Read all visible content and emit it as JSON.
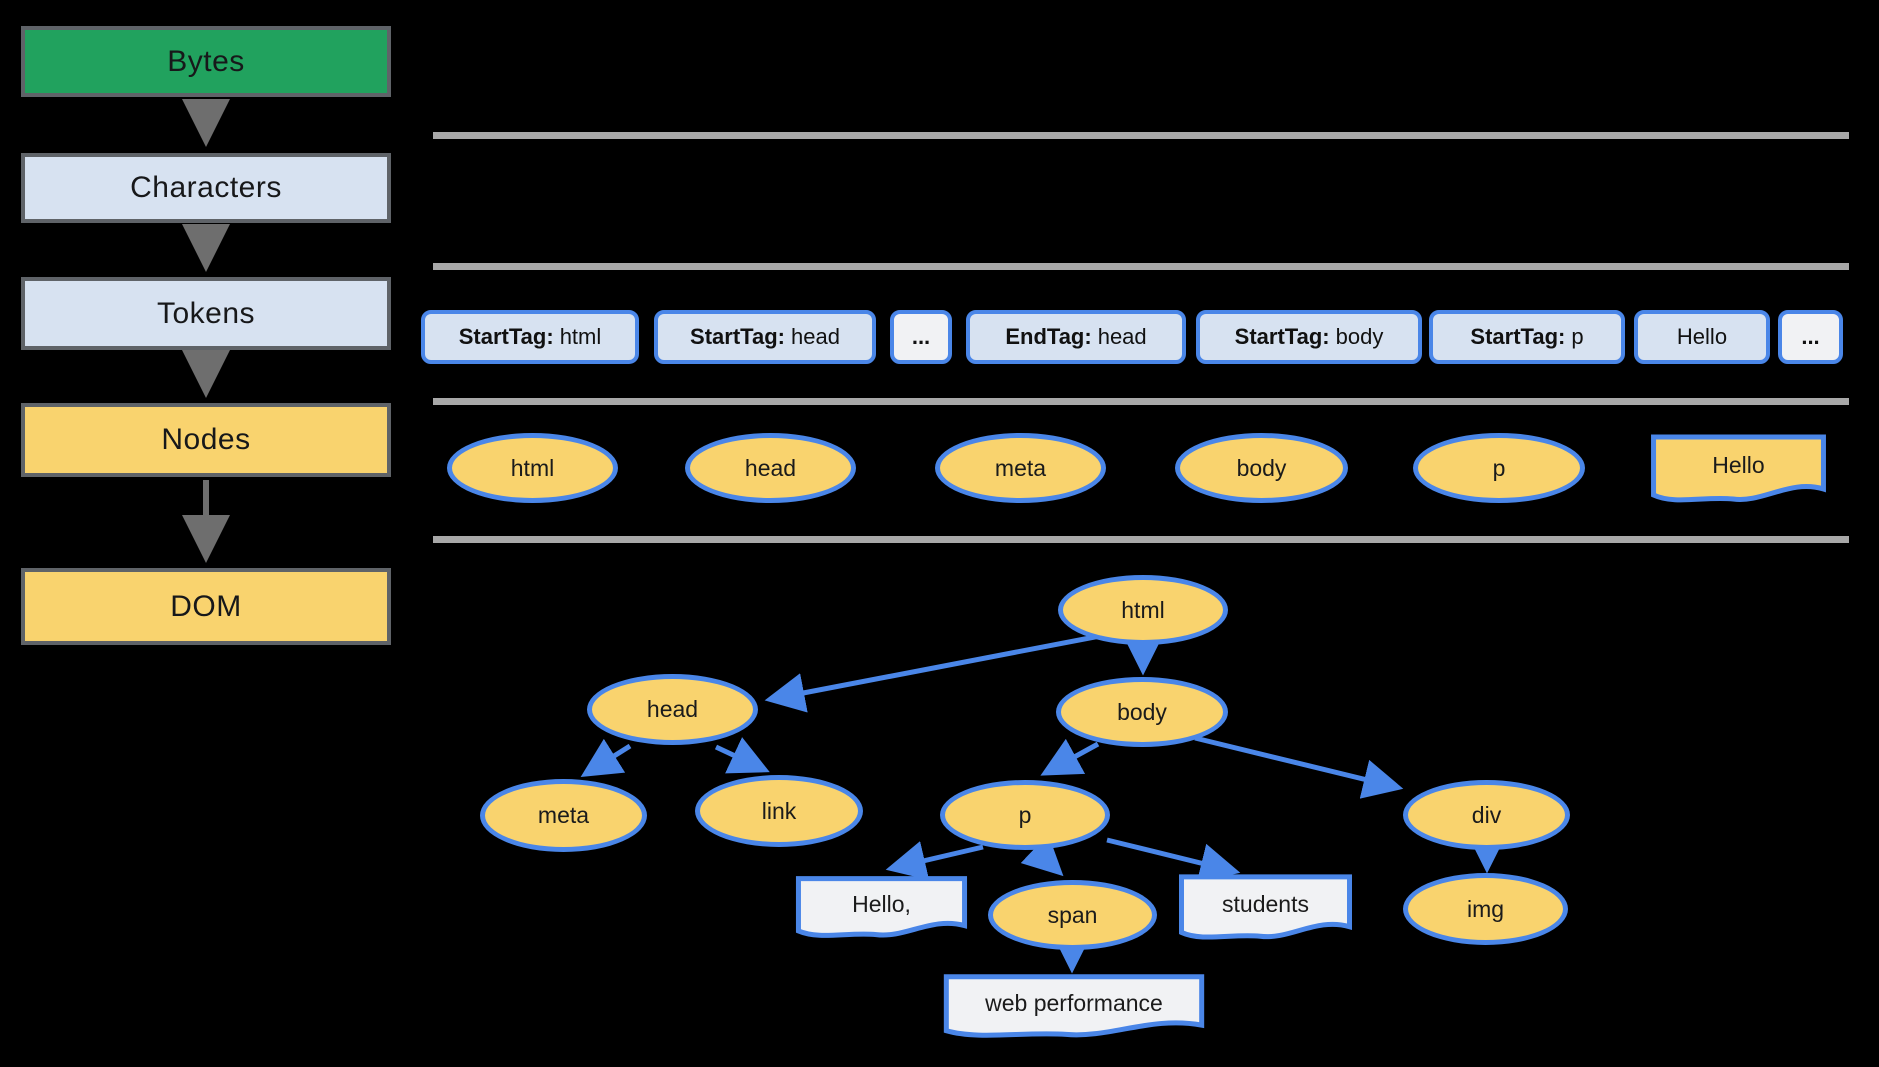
{
  "colors": {
    "background": "#000000",
    "stage_green": "#21a25e",
    "stage_blue": "#d7e2f1",
    "stage_yellow": "#f9d36e",
    "node_border_blue": "#4a86e8",
    "separator_gray": "#a8a8a8",
    "box_border_gray": "#5f6368",
    "text_node_gray": "#f1f2f4"
  },
  "pipeline": {
    "stages": [
      {
        "label": "Bytes"
      },
      {
        "label": "Characters"
      },
      {
        "label": "Tokens"
      },
      {
        "label": "Nodes"
      },
      {
        "label": "DOM"
      }
    ]
  },
  "tokens": {
    "items": [
      {
        "prefix": "StartTag:",
        "value": "html"
      },
      {
        "prefix": "StartTag:",
        "value": "head"
      },
      {
        "prefix": "",
        "value": "..."
      },
      {
        "prefix": "EndTag:",
        "value": "head"
      },
      {
        "prefix": "StartTag:",
        "value": "body"
      },
      {
        "prefix": "StartTag:",
        "value": "p"
      },
      {
        "prefix": "",
        "value": "Hello"
      },
      {
        "prefix": "",
        "value": "..."
      }
    ]
  },
  "nodes_row": {
    "ellipses": [
      {
        "label": "html"
      },
      {
        "label": "head"
      },
      {
        "label": "meta"
      },
      {
        "label": "body"
      },
      {
        "label": "p"
      }
    ],
    "text_node": {
      "label": "Hello"
    }
  },
  "dom_tree": {
    "html": "html",
    "head": "head",
    "body": "body",
    "meta": "meta",
    "link": "link",
    "p": "p",
    "span": "span",
    "div": "div",
    "img": "img",
    "text_hello": "Hello,",
    "text_students": "students",
    "text_web_performance": "web performance"
  }
}
